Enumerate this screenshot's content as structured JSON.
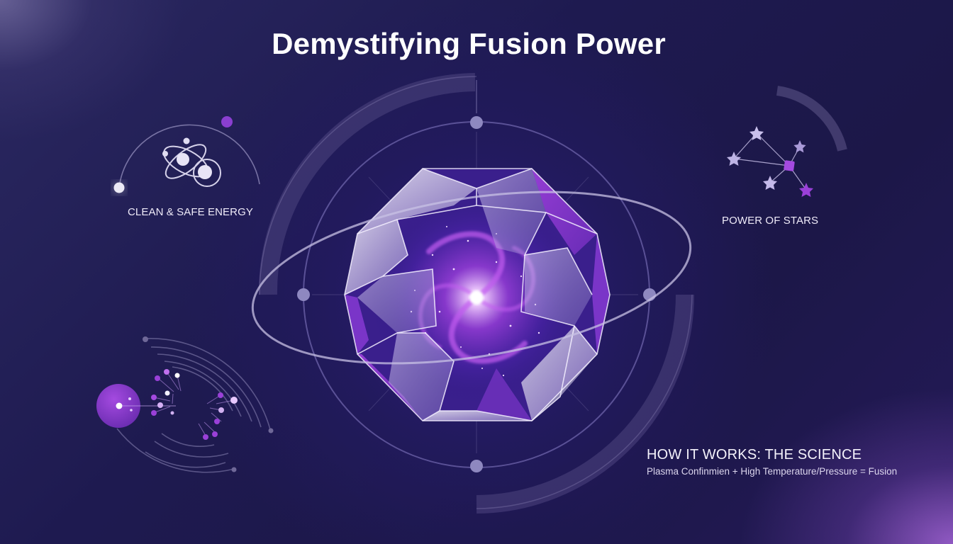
{
  "page": {
    "title": "Demystifying Fusion Power"
  },
  "features": [
    {
      "label": "CLEAN & SAFE ENERGY",
      "icon": "atom-icon"
    },
    {
      "label": "POWER OF STARS",
      "icon": "constellation-icon"
    }
  ],
  "science": {
    "heading": "HOW IT WORKS: THE SCIENCE",
    "formula": "Plasma Confinmien + High Temperature/Pressure = Fusion"
  },
  "center_graphic": {
    "icon": "fusion-core-galaxy-icon",
    "description": "Glass polyhedron containing a purple spiral galaxy, surrounded by orbital rings"
  },
  "decorations": {
    "particle_collision": "particle-burst-icon"
  },
  "colors": {
    "background_dark": "#1c1748",
    "accent_purple": "#8a3fd0",
    "accent_light": "#e6e0f6",
    "ring_stroke": "#8e86bb"
  }
}
